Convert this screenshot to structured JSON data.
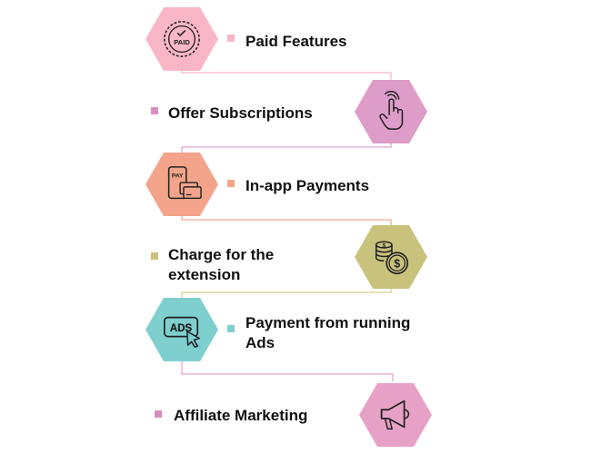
{
  "steps": [
    {
      "label": "Paid Features",
      "color": "#f9b6c6",
      "icon": "paid-badge-icon"
    },
    {
      "label": "Offer Subscriptions",
      "color": "#de9cc9",
      "icon": "tap-hand-icon"
    },
    {
      "label": "In-app Payments",
      "color": "#f3a48a",
      "icon": "phone-card-payment-icon"
    },
    {
      "label": "Charge for the extension",
      "color": "#c9c27c",
      "icon": "coins-icon"
    },
    {
      "label": "Payment from running Ads",
      "color": "#7fcfcf",
      "icon": "ads-click-icon"
    },
    {
      "label": "Affiliate Marketing",
      "color": "#e7a1c6",
      "icon": "megaphone-icon"
    }
  ],
  "icon_text": {
    "paid": "PAID",
    "pay": "PAY",
    "ads": "ADS"
  }
}
